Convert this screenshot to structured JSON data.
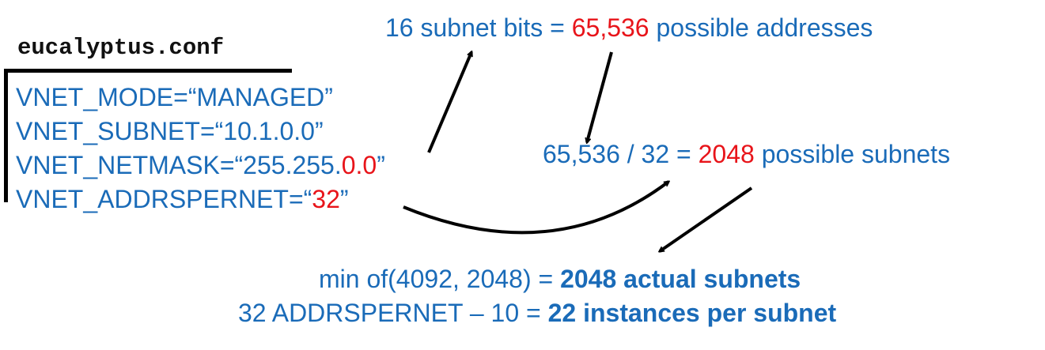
{
  "config": {
    "filename": "eucalyptus.conf",
    "lines": [
      {
        "key": "VNET_MODE=",
        "open_quote": "“",
        "value_plain": "MANAGED",
        "value_highlight": "",
        "close_quote": "”"
      },
      {
        "key": "VNET_SUBNET=",
        "open_quote": "“",
        "value_plain": "10.1.0.0",
        "value_highlight": "",
        "close_quote": "”"
      },
      {
        "key": "VNET_NETMASK=",
        "open_quote": "“",
        "value_plain": "255.255.",
        "value_highlight": "0.0",
        "close_quote": "”"
      },
      {
        "key": "VNET_ADDRSPERNET=",
        "open_quote": "“",
        "value_plain": "",
        "value_highlight": "32",
        "close_quote": "”"
      }
    ]
  },
  "calculations": {
    "subnet_bits": {
      "pre": "16 subnet bits = ",
      "highlight": "65,536",
      "post": " possible addresses"
    },
    "possible_subnets": {
      "pre": "65,536 / 32 = ",
      "highlight": "2048",
      "post": " possible subnets"
    },
    "actual_subnets": {
      "pre": "min of(4092, 2048) = ",
      "bold": "2048 actual subnets"
    },
    "instances": {
      "pre": "32 ADDRSPERNET – 10 = ",
      "bold": "22 instances per subnet"
    }
  },
  "colors": {
    "text_blue": "#1a6bb8",
    "highlight_red": "#e8141a",
    "arrow": "#000000"
  }
}
